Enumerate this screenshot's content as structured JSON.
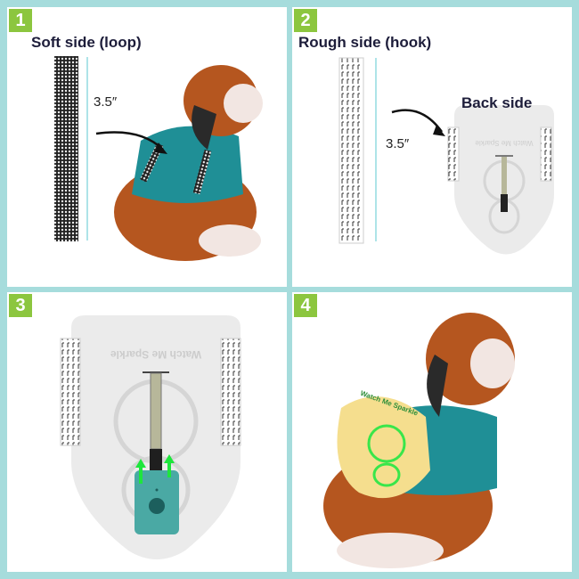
{
  "steps": [
    {
      "number": "1",
      "title": "Soft side (loop)",
      "measure": "3.5″"
    },
    {
      "number": "2",
      "title": "Rough side (hook)",
      "measure": "3.5″",
      "label": "Back side"
    },
    {
      "number": "3"
    },
    {
      "number": "4"
    }
  ],
  "patch_text": "Watch Me Sparkle",
  "colors": {
    "badge": "#8cc63f",
    "border": "#a6dcdc",
    "vest": "#1f8f96",
    "dog_brown": "#b5561f",
    "tracker": "#4aa9a4",
    "arrow_green": "#1ee63c"
  }
}
